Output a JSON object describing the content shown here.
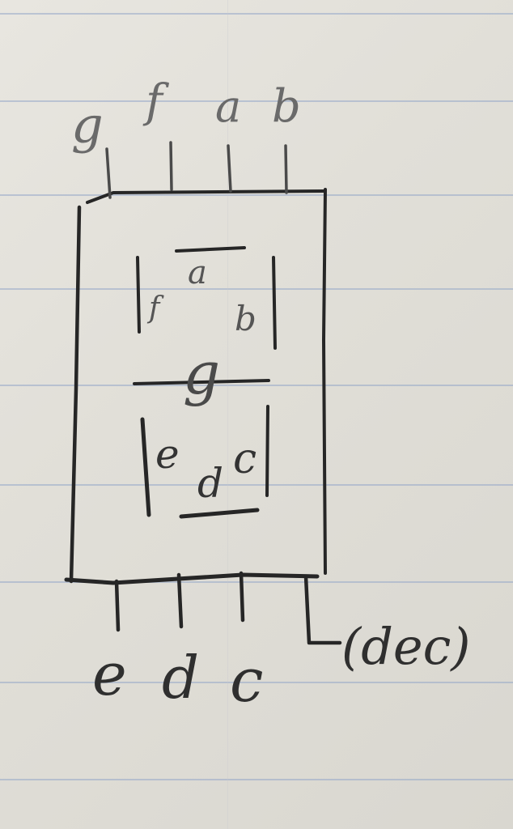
{
  "diagram": {
    "top_pin_labels": [
      "g",
      "f",
      "a",
      "b"
    ],
    "bottom_pin_labels": [
      "e",
      "d",
      "c"
    ],
    "dp_pin_label": "(dec)",
    "display_segment_labels": {
      "a": "a",
      "b": "b",
      "c": "c",
      "d": "d",
      "e": "e",
      "f": "f",
      "g": "g"
    }
  },
  "colors": {
    "paper": "#e3e1da",
    "rule_lines": "#96a8c8",
    "pencil": "#262626"
  }
}
